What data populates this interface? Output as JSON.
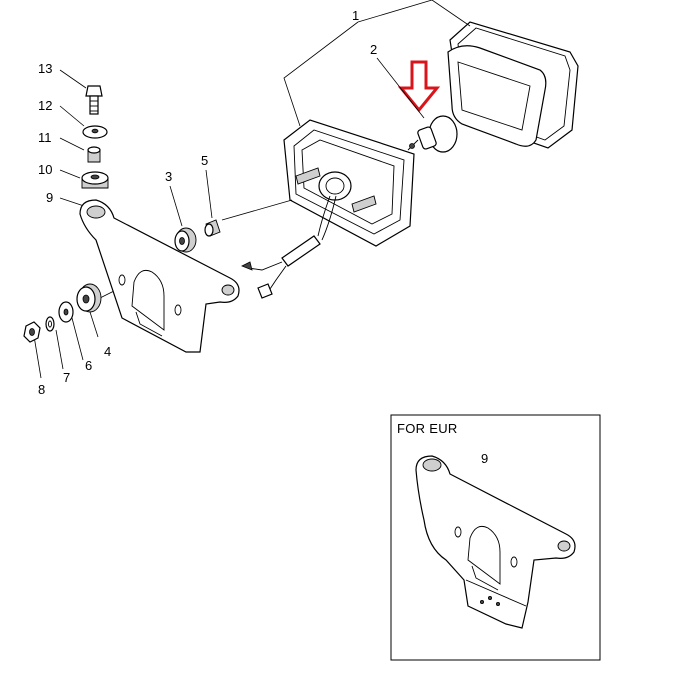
{
  "diagram": {
    "callouts": [
      "1",
      "2",
      "3",
      "4",
      "5",
      "6",
      "7",
      "8",
      "9",
      "10",
      "11",
      "12",
      "13"
    ],
    "inset": {
      "title": "FOR EUR",
      "callout": "9"
    },
    "highlight_color": "#d9141b",
    "line_color": "#000000"
  }
}
